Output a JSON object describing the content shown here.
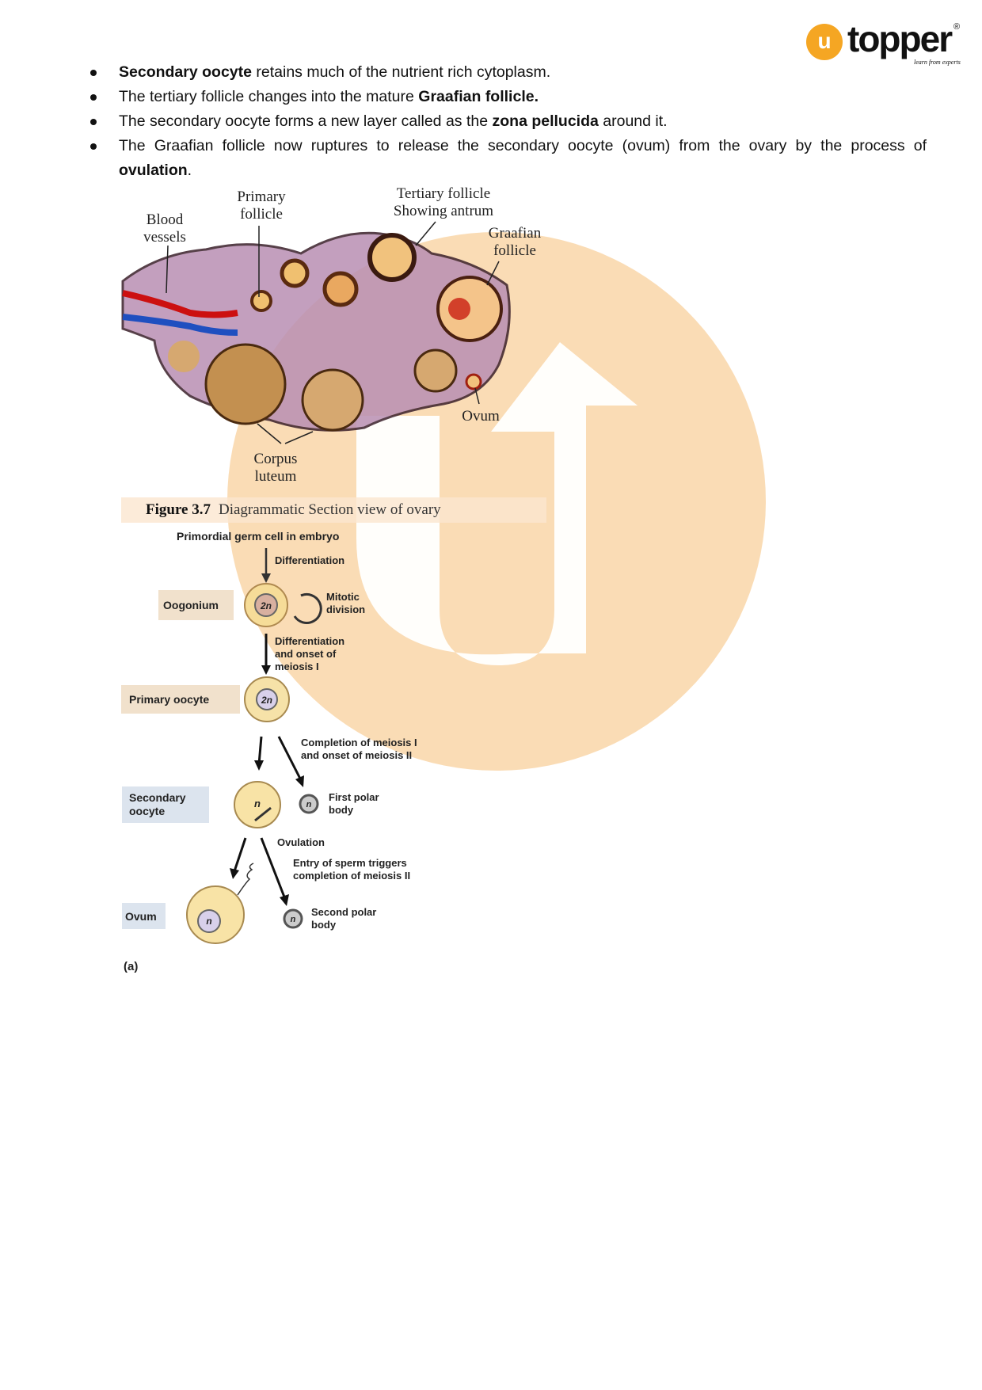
{
  "logo": {
    "mark": "u",
    "word": "topper",
    "tagline": "learn from experts",
    "registered": "®"
  },
  "bullets": [
    {
      "parts": [
        {
          "b": "Secondary oocyte"
        },
        {
          "t": " retains much of the nutrient rich cytoplasm."
        }
      ]
    },
    {
      "parts": [
        {
          "t": "The tertiary follicle changes into the mature "
        },
        {
          "b": "Graafian follicle."
        }
      ]
    },
    {
      "parts": [
        {
          "t": "The secondary oocyte forms a new layer called as the "
        },
        {
          "b": "zona pellucida"
        },
        {
          "t": " around it."
        }
      ]
    },
    {
      "parts": [
        {
          "t": "The Graafian follicle now ruptures to release the secondary oocyte (ovum) from the ovary by the process of "
        },
        {
          "b": "ovulation"
        },
        {
          "t": "."
        }
      ]
    }
  ],
  "ovary_figure": {
    "labels": {
      "blood_vessels_1": "Blood",
      "blood_vessels_2": "vessels",
      "primary_follicle_1": "Primary",
      "primary_follicle_2": "follicle",
      "tertiary_1": "Tertiary follicle",
      "tertiary_2": "Showing antrum",
      "graafian_1": "Graafian",
      "graafian_2": "follicle",
      "ovum": "Ovum",
      "corpus_1": "Corpus",
      "corpus_2": "luteum"
    },
    "caption_bold": "Figure 3.7",
    "caption_text": "Diagrammatic Section view of ovary"
  },
  "oogenesis": {
    "top": "Primordial germ cell in embryo",
    "differentiation": "Differentiation",
    "oogonium": "Oogonium",
    "two_n": "2n",
    "n": "n",
    "mitotic_1": "Mitotic",
    "mitotic_2": "division",
    "diff2_1": "Differentiation",
    "diff2_2": "and onset of",
    "diff2_3": "meiosis I",
    "primary_oocyte": "Primary oocyte",
    "completion_1": "Completion of meiosis I",
    "completion_2": "and onset of meiosis II",
    "secondary_1": "Secondary",
    "secondary_2": "oocyte",
    "first_polar_1": "First polar",
    "first_polar_2": "body",
    "ovulation": "Ovulation",
    "entry_1": "Entry of sperm triggers",
    "entry_2": "completion of meiosis II",
    "ovum": "Ovum",
    "second_polar_1": "Second polar",
    "second_polar_2": "body",
    "panel": "(a)"
  },
  "colors": {
    "accent": "#f5a623",
    "watermark": "#f9d6a8"
  }
}
